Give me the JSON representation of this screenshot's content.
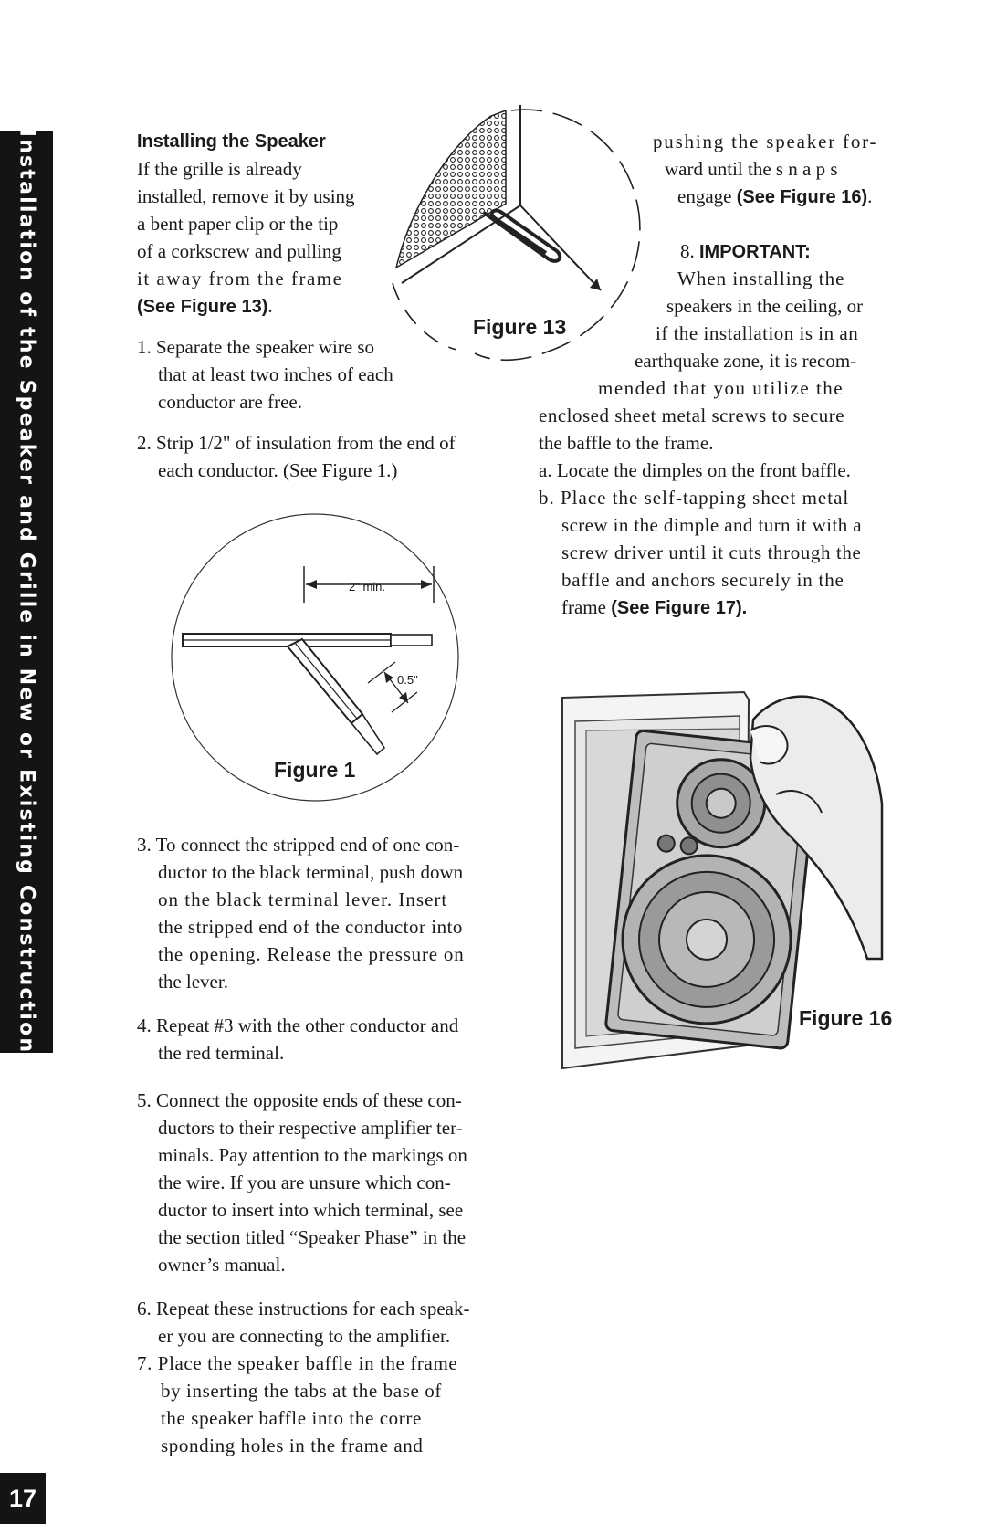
{
  "side_tab": "Installation of the Speaker and Grille in New or Existing Construction",
  "page_number": "17",
  "left": {
    "heading": "Installing the Speaker",
    "intro_lines": [
      "If  the  grille  is  already",
      "installed, remove it by using",
      "a bent paper clip or the tip",
      "of a corkscrew and pulling",
      "it  away  from  the  frame"
    ],
    "intro_ref": "(See Figure 13)",
    "intro_ref_end": ".",
    "step1": [
      "1. Separate the speaker wire so",
      "that at least two inches of each",
      "conductor are free."
    ],
    "step2": [
      "2. Strip 1/2\" of insulation from the end of",
      "each conductor. (See Figure 1.)"
    ],
    "step3": [
      "3. To connect the stripped end of one con-",
      "ductor to the black terminal, push down",
      "on the black terminal lever. Insert",
      "the stripped end of the conductor into",
      "the opening. Release the pressure on",
      "the lever."
    ],
    "step4": [
      "4. Repeat #3 with the other conductor and",
      "the red terminal."
    ],
    "step5": [
      "5. Connect the opposite ends of these con-",
      "ductors to their respective amplifier ter-",
      "minals. Pay attention to the markings on",
      "the wire. If you are unsure which con-",
      "ductor to insert into which terminal, see",
      "the section titled “Speaker Phase” in the",
      "owner’s manual."
    ],
    "step6": [
      "6. Repeat these instructions for each speak-",
      "er you are connecting to the amplifier."
    ],
    "step7": [
      "7. Place the speaker baffle in the frame",
      "by inserting the tabs at the base of",
      "the speaker baffle into the corre",
      "sponding holes in the frame and"
    ]
  },
  "right": {
    "cont_lines": [
      "pushing the speaker for-",
      "ward until the s  n  a  p  s"
    ],
    "cont_line3": "engage ",
    "cont_ref": "(See Figure 16)",
    "cont_ref_end": ".",
    "step8_num": "8. ",
    "step8_head": "IMPORTANT:",
    "step8_lines": [
      "When   installing   the",
      "speakers in the ceiling, or",
      "if the installation is in an",
      "earthquake zone, it is recom-",
      "mended  that  you  utilize  the",
      "enclosed sheet metal screws to secure",
      "the baffle to the frame."
    ],
    "step_a": "a. Locate the dimples on the front baffle.",
    "step_b": [
      "b. Place the self-tapping sheet metal",
      "screw in the dimple and turn it with a",
      "screw driver until it cuts through the",
      "baffle and anchors securely in the"
    ],
    "step_b_last": "frame ",
    "step_b_ref": "(See Figure 17)."
  },
  "figures": {
    "fig13": "Figure 13",
    "fig1": "Figure 1",
    "fig1_dim1": "2\" min.",
    "fig1_dim2": "0.5\"",
    "fig16": "Figure 16"
  }
}
